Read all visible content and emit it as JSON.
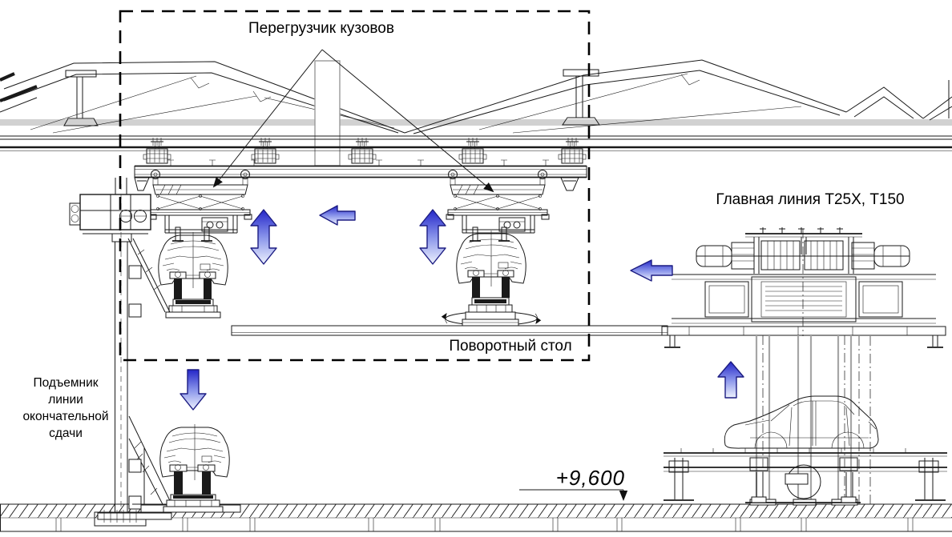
{
  "diagram": {
    "type": "technical-drawing",
    "labels": {
      "transloader": "Перегрузчик кузовов",
      "main_line": "Главная линия Т25Х, Т150",
      "turntable": "Поворотный стол",
      "final_delivery_lift_lines": [
        "Подъемник",
        "линии",
        "окончательной",
        "сдачи"
      ],
      "elevation_mark": "+9,600"
    },
    "colors": {
      "background": "#ffffff",
      "line": "#1a1a1a",
      "structure_gray": "#a6a6a6",
      "arrow_dark": "#2426c8",
      "arrow_mid": "#8893ea",
      "arrow_light": "#eef2fd",
      "arrow_outline": "#1c1c82"
    },
    "icons": [
      {
        "name": "up-down-arrow-icon"
      },
      {
        "name": "left-arrow-icon"
      },
      {
        "name": "down-arrow-icon"
      },
      {
        "name": "up-arrow-icon"
      },
      {
        "name": "rotation-ellipse-icon"
      },
      {
        "name": "leader-arrowhead-icon"
      }
    ]
  }
}
